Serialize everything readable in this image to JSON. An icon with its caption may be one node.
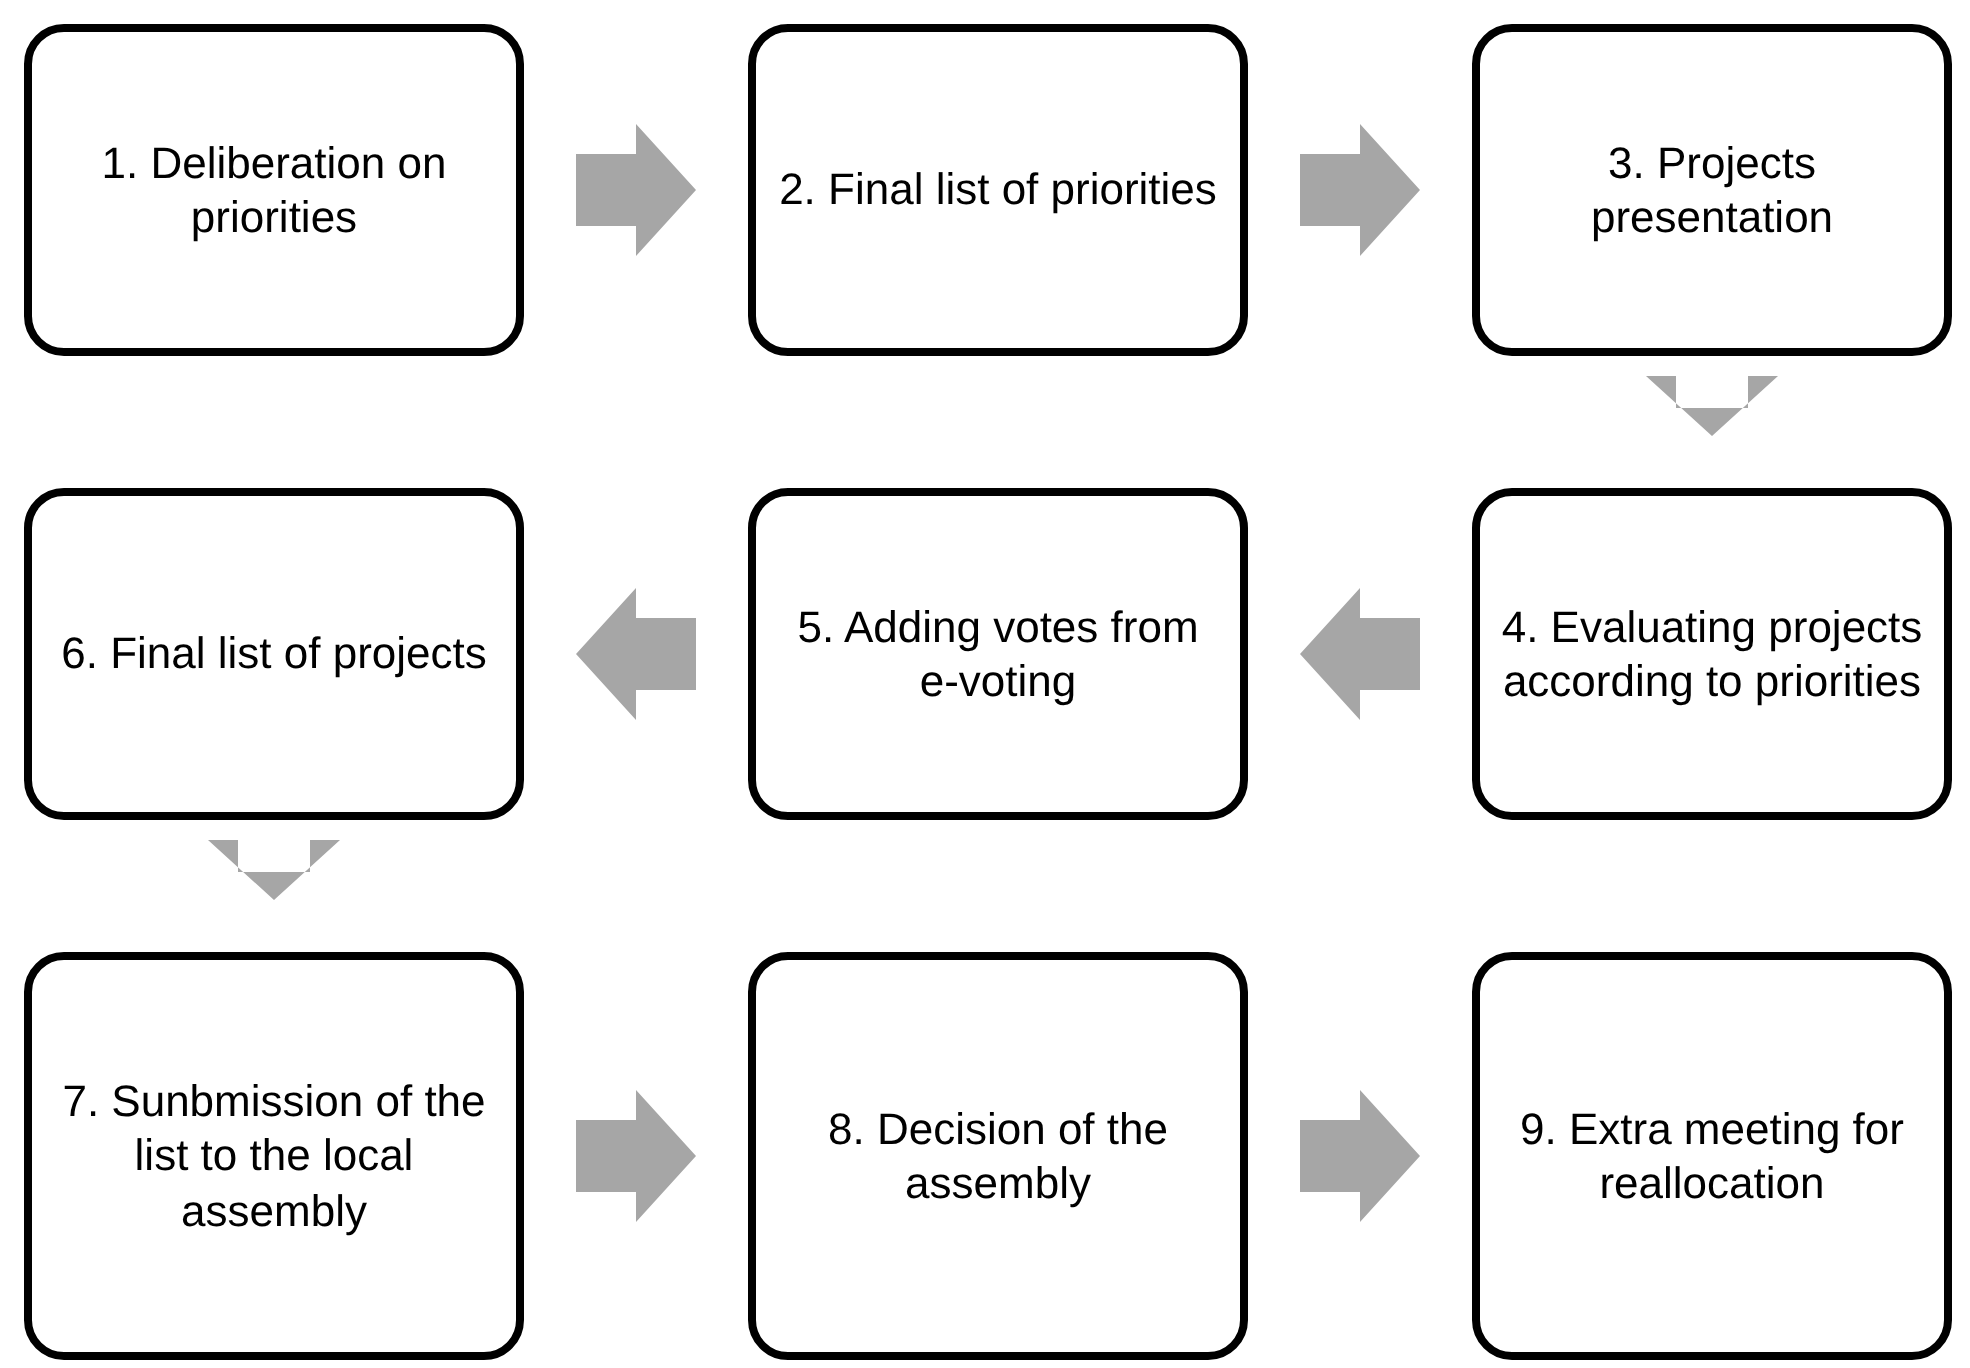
{
  "diagram": {
    "nodes": [
      {
        "text": [
          "1. Deliberation on priorities"
        ]
      },
      {
        "text": [
          "2. Final list of priorities"
        ]
      },
      {
        "text": [
          "3. Projects presentation"
        ]
      },
      {
        "text": [
          "4. Evaluating projects according to priorities"
        ]
      },
      {
        "text": [
          "5. Adding votes from e-voting"
        ]
      },
      {
        "text": [
          "6. Final list of projects"
        ]
      },
      {
        "text": [
          "7. Sunbmission of the list to the local assembly"
        ]
      },
      {
        "text": [
          "8. Decision of the assembly"
        ]
      },
      {
        "text": [
          "9. Extra meeting for reallocation"
        ]
      }
    ],
    "edges": [
      {
        "from": 0,
        "to": 1,
        "arrow": "to"
      },
      {
        "from": 1,
        "to": 2,
        "arrow": "to"
      },
      {
        "from": 2,
        "to": 3,
        "arrow": "to"
      },
      {
        "from": 3,
        "to": 4,
        "arrow": "to"
      },
      {
        "from": 4,
        "to": 5,
        "arrow": "to"
      },
      {
        "from": 5,
        "to": 6,
        "arrow": "to"
      },
      {
        "from": 6,
        "to": 7,
        "arrow": "to"
      },
      {
        "from": 7,
        "to": 8,
        "arrow": "to"
      }
    ]
  }
}
